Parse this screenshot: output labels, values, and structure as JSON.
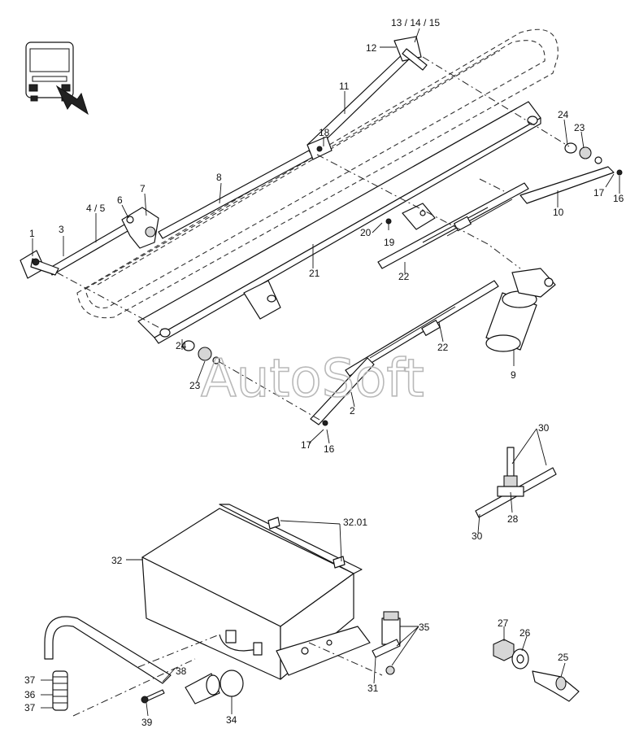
{
  "watermark": "AutoSoft",
  "labels": {
    "l1": "1",
    "l2": "2",
    "l3": "3",
    "l45": "4 / 5",
    "l6": "6",
    "l7": "7",
    "l8": "8",
    "l9": "9",
    "l10": "10",
    "l11": "11",
    "l12": "12",
    "l131415": "13 / 14 / 15",
    "l16a": "16",
    "l16b": "16",
    "l17a": "17",
    "l17b": "17",
    "l18": "18",
    "l19": "19",
    "l20": "20",
    "l21": "21",
    "l22a": "22",
    "l22b": "22",
    "l23a": "23",
    "l23b": "23",
    "l24a": "24",
    "l24b": "24",
    "l25": "25",
    "l26": "26",
    "l27": "27",
    "l28": "28",
    "l30a": "30",
    "l30b": "30",
    "l31": "31",
    "l3201": "32.01",
    "l32": "32",
    "l34": "34",
    "l35": "35",
    "l36": "36",
    "l37a": "37",
    "l37b": "37",
    "l38": "38",
    "l39": "39"
  }
}
